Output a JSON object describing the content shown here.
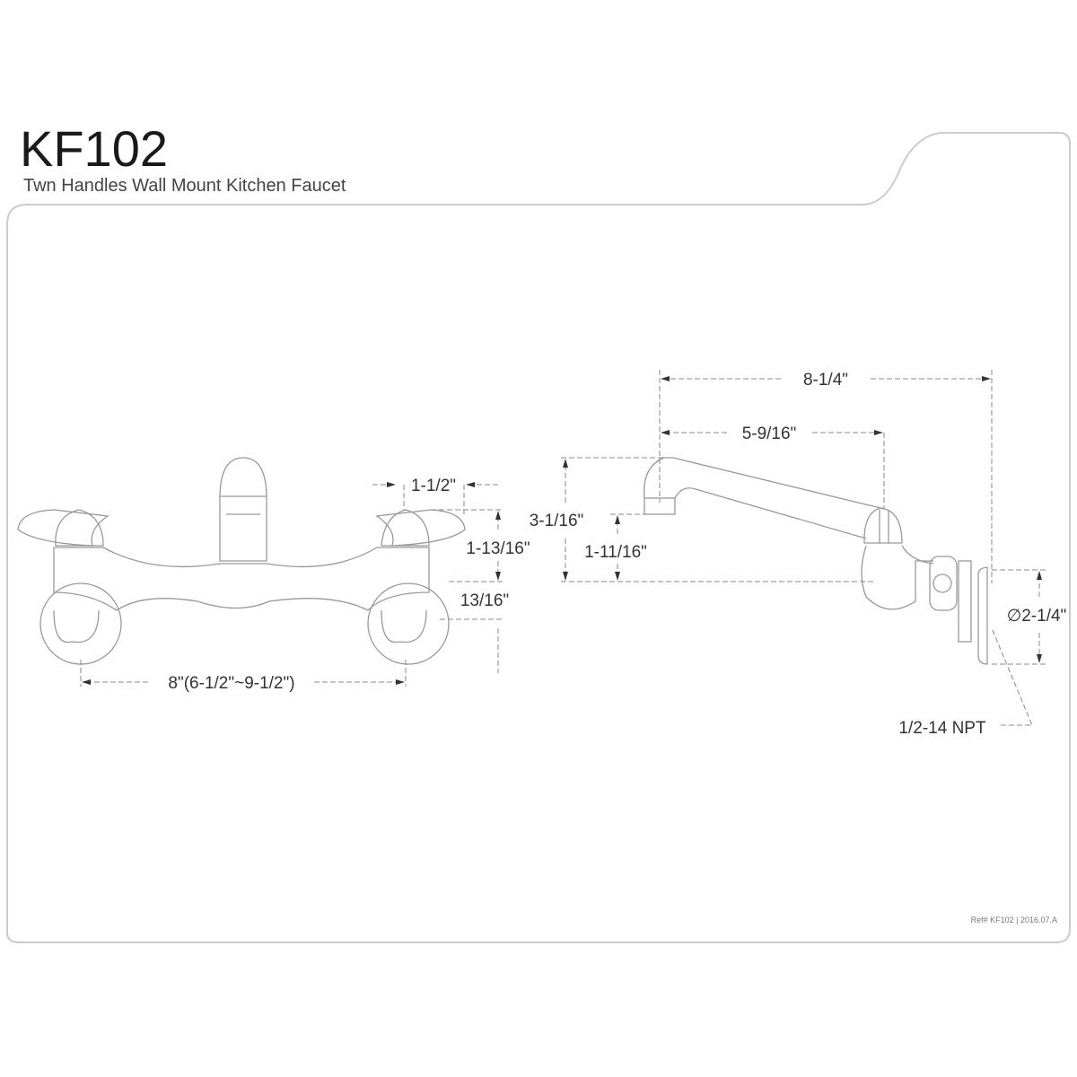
{
  "header": {
    "model": "KF102",
    "description": "Twn Handles Wall Mount Kitchen Faucet"
  },
  "front_view": {
    "handle_width": "1-1/2\"",
    "handle_height": "1-13/16\"",
    "escutcheon_offset": "13/16\"",
    "center_spread": "8\"(6-1/2\"~9-1/2\")"
  },
  "side_view": {
    "overall_reach": "8-1/4\"",
    "spout_reach": "5-9/16\"",
    "overall_height": "3-1/16\"",
    "spout_clearance": "1-11/16\"",
    "flange_diameter": "∅2-1/4\"",
    "connection": "1/2-14 NPT"
  },
  "footer": {
    "reference": "Ref# KF102 | 2016.07.A"
  },
  "colors": {
    "frame": "#cccccc",
    "line": "#999999",
    "text": "#333333"
  }
}
